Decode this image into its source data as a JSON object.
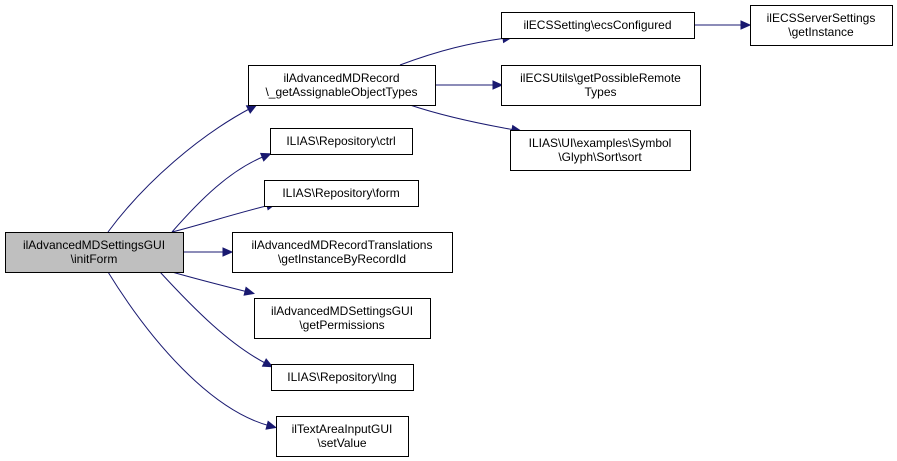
{
  "nodes": [
    {
      "id": "root",
      "lines": [
        "ilAdvancedMDSettingsGUI",
        "\\initForm"
      ],
      "root": true
    },
    {
      "id": "getAssignable",
      "lines": [
        "ilAdvancedMDRecord",
        "\\_getAssignableObjectTypes"
      ]
    },
    {
      "id": "ctrl",
      "lines": [
        "ILIAS\\Repository\\ctrl"
      ]
    },
    {
      "id": "form",
      "lines": [
        "ILIAS\\Repository\\form"
      ]
    },
    {
      "id": "translations",
      "lines": [
        "ilAdvancedMDRecordTranslations",
        "\\getInstanceByRecordId"
      ]
    },
    {
      "id": "permissions",
      "lines": [
        "ilAdvancedMDSettingsGUI",
        "\\getPermissions"
      ]
    },
    {
      "id": "lng",
      "lines": [
        "ILIAS\\Repository\\lng"
      ]
    },
    {
      "id": "setValue",
      "lines": [
        "ilTextAreaInputGUI",
        "\\setValue"
      ]
    },
    {
      "id": "ecsConfigured",
      "lines": [
        "ilECSSetting\\ecsConfigured"
      ]
    },
    {
      "id": "possibleRemote",
      "lines": [
        "ilECSUtils\\getPossibleRemote",
        "Types"
      ]
    },
    {
      "id": "symbolSort",
      "lines": [
        "ILIAS\\UI\\examples\\Symbol",
        "\\Glyph\\Sort\\sort"
      ]
    },
    {
      "id": "serverSettings",
      "lines": [
        "ilECSServerSettings",
        "\\getInstance"
      ]
    }
  ],
  "edges": [
    {
      "from": "root",
      "to": "getAssignable"
    },
    {
      "from": "root",
      "to": "ctrl"
    },
    {
      "from": "root",
      "to": "form"
    },
    {
      "from": "root",
      "to": "translations"
    },
    {
      "from": "root",
      "to": "permissions"
    },
    {
      "from": "root",
      "to": "lng"
    },
    {
      "from": "root",
      "to": "setValue"
    },
    {
      "from": "getAssignable",
      "to": "ecsConfigured"
    },
    {
      "from": "getAssignable",
      "to": "possibleRemote"
    },
    {
      "from": "getAssignable",
      "to": "symbolSort"
    },
    {
      "from": "ecsConfigured",
      "to": "serverSettings"
    }
  ],
  "colors": {
    "edge": "#191970",
    "root_fill": "#bfbfbf",
    "node_fill": "#ffffff",
    "border": "#000000"
  }
}
